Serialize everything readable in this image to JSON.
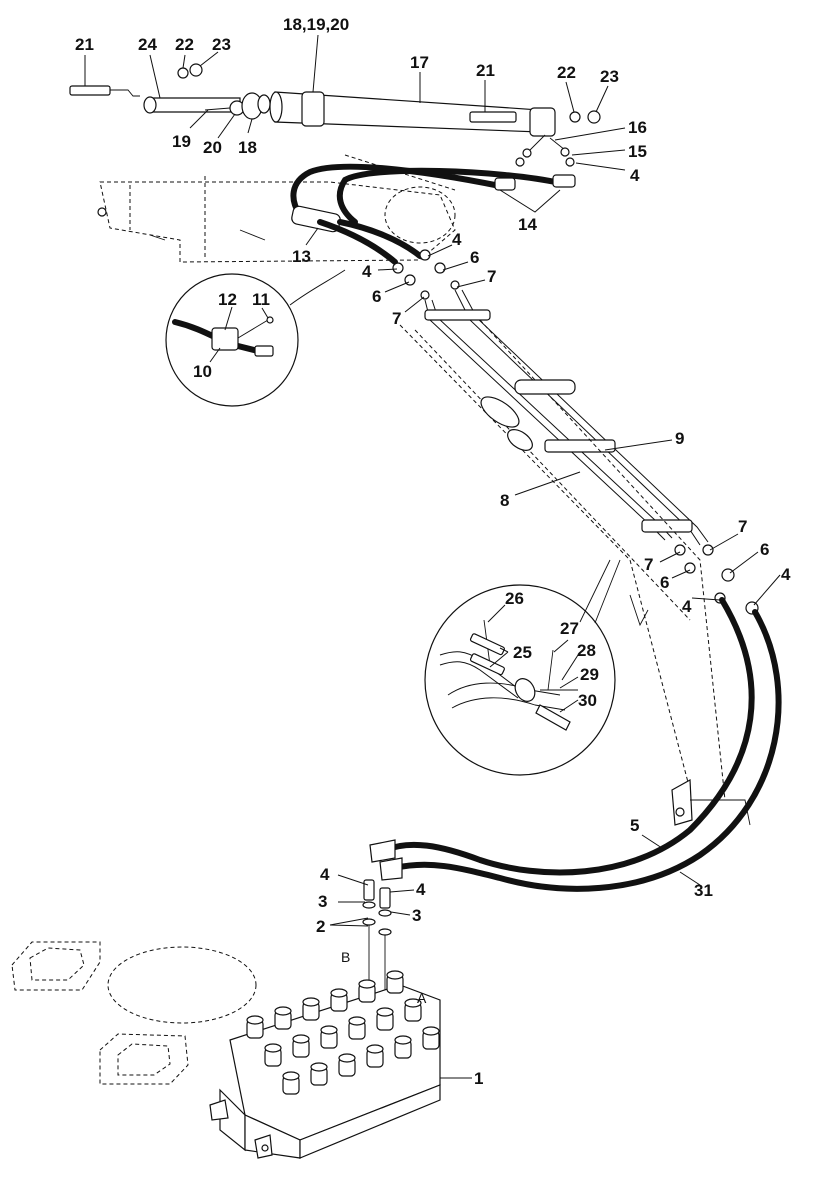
{
  "callouts": {
    "c21a": "21",
    "c24": "24",
    "c22a": "22",
    "c23a": "23",
    "c18_19_20": "18,19,20",
    "c17": "17",
    "c21b": "21",
    "c22b": "22",
    "c23b": "23",
    "c19": "19",
    "c20": "20",
    "c18": "18",
    "c16": "16",
    "c15": "15",
    "c4a": "4",
    "c14": "14",
    "c13": "13",
    "c4b": "4",
    "c6a": "6",
    "c7a": "7",
    "c4c": "4",
    "c6b": "6",
    "c7b": "7",
    "c12": "12",
    "c11": "11",
    "c10": "10",
    "c9": "9",
    "c8": "8",
    "c7c": "7",
    "c6c": "6",
    "c4d": "4",
    "c7d": "7",
    "c6d": "6",
    "c4e": "4",
    "c26": "26",
    "c27": "27",
    "c28": "28",
    "c25": "25",
    "c29": "29",
    "c30": "30",
    "c5": "5",
    "c31": "31",
    "c4f": "4",
    "c3a": "3",
    "c4g": "4",
    "c3b": "3",
    "c2": "2",
    "c1": "1"
  },
  "port_labels": {
    "B": "B",
    "A": "A"
  },
  "icons": {
    "detail_lower_left": "hose-clamp-detail-circle",
    "detail_lower_right": "tube-clamp-detail-circle",
    "control_valve": "control-valve-bank",
    "cylinder": "hydraulic-cylinder"
  },
  "colors": {
    "line": "#111111",
    "background": "#ffffff"
  }
}
